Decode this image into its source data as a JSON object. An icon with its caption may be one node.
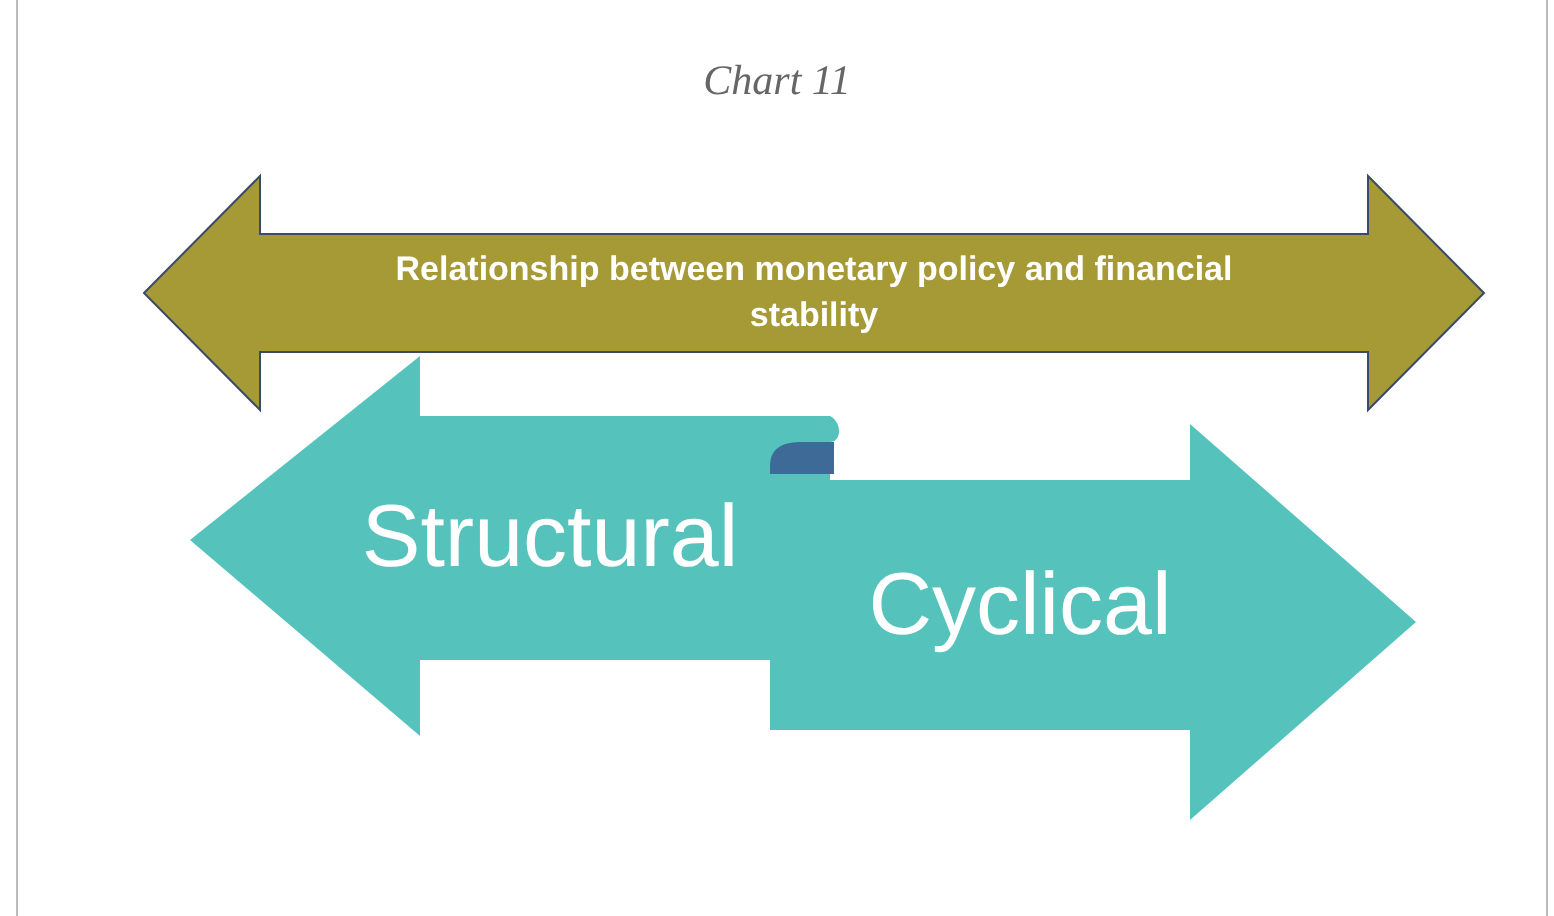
{
  "diagram": {
    "title": "Chart 11",
    "nodes": [
      {
        "text": [
          "Relationship between monetary policy and financial stability"
        ]
      },
      {
        "text": [
          "Structural"
        ]
      },
      {
        "text": [
          "Cyclical"
        ]
      }
    ]
  }
}
